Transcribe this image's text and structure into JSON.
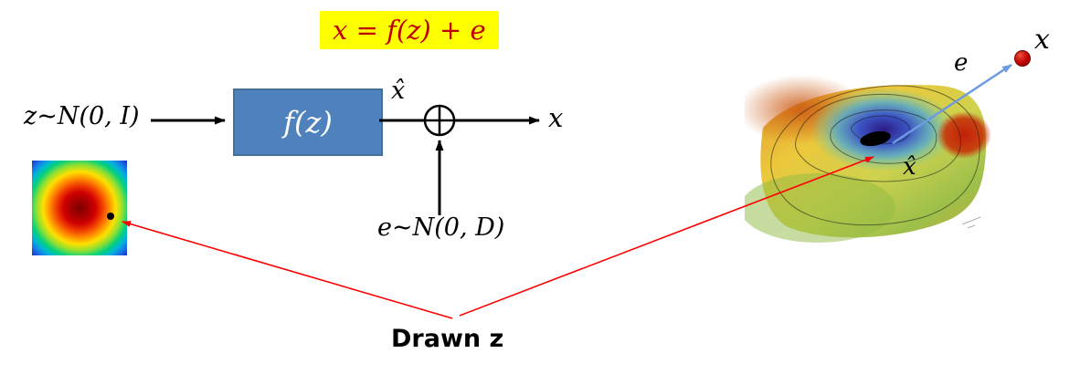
{
  "slide": {
    "equation": "x = f(z) + e",
    "flow": {
      "z_input": "z~N(0, I)",
      "function_box": "f(z)",
      "xhat": "x̂",
      "x_output": "x",
      "e_input": "e~N(0, D)"
    },
    "manifold": {
      "xhat_label": "x̂",
      "x_label": "x",
      "e_label": "e"
    },
    "annotation": {
      "drawn_z": "Drawn z"
    },
    "colors": {
      "equation_highlight": "#ffff00",
      "equation_text": "#c00000",
      "function_box_fill": "#4f81bd",
      "function_box_border": "#41719c",
      "red_arrow": "#ff0000",
      "blue_arrow": "#6d9be0",
      "data_point": "#c00000"
    }
  }
}
